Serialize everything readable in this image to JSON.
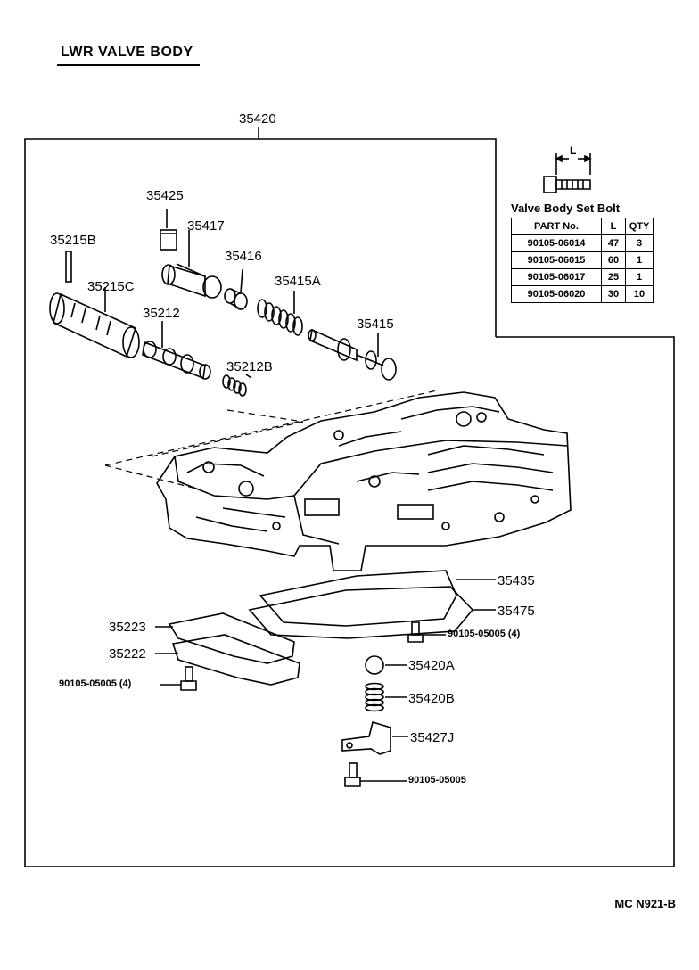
{
  "title": "LWR VALVE BODY",
  "assembly_number": "35420",
  "diagram_code": "MC N921-B",
  "parts": {
    "p35425": "35425",
    "p35417": "35417",
    "p35215B": "35215B",
    "p35416": "35416",
    "p35215C": "35215C",
    "p35415A": "35415A",
    "p35212": "35212",
    "p35415": "35415",
    "p35212B": "35212B",
    "p35435": "35435",
    "p35475": "35475",
    "p35223": "35223",
    "p35222": "35222",
    "bolt_right": "90105-05005 (4)",
    "bolt_left": "90105-05005 (4)",
    "p35420A": "35420A",
    "p35420B": "35420B",
    "p35427J": "35427J",
    "bolt_bottom": "90105-05005"
  },
  "bolt_spec": {
    "dimension_label": "L",
    "title": "Valve Body Set Bolt",
    "headers": [
      "PART No.",
      "L",
      "QTY"
    ],
    "rows": [
      [
        "90105-06014",
        "47",
        "3"
      ],
      [
        "90105-06015",
        "60",
        "1"
      ],
      [
        "90105-06017",
        "25",
        "1"
      ],
      [
        "90105-06020",
        "30",
        "10"
      ]
    ]
  }
}
